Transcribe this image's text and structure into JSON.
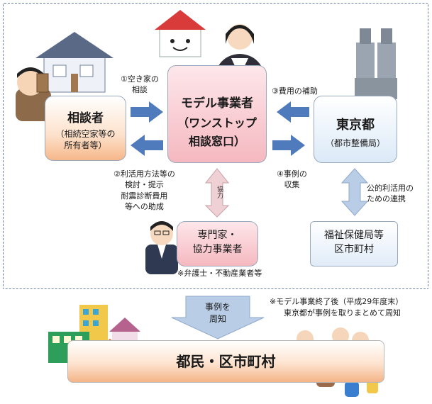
{
  "nodes": {
    "consultant": {
      "title": "相談者",
      "sub1": "（相続空家等の",
      "sub2": "所有者等）"
    },
    "model_operator": {
      "title": "モデル事業者",
      "line2": "（ワンストップ",
      "line3": "相談窓口）"
    },
    "tokyo": {
      "title": "東京都",
      "sub": "（都市整備局）"
    },
    "expert": {
      "line1": "専門家・",
      "line2": "協力事業者"
    },
    "welfare": {
      "line1": "福祉保健局等",
      "line2": "区市町村"
    },
    "citizens": {
      "label": "都民・区市町村"
    }
  },
  "edges": {
    "e1": {
      "line1": "①空き家の",
      "line2": "相談"
    },
    "e2": {
      "line1": "②利活用方法等の",
      "line2": "検討・提示",
      "line3": "耐震診断費用",
      "line4": "等への助成"
    },
    "e3": {
      "label": "③費用の補助"
    },
    "e4": {
      "line1": "④事例の",
      "line2": "収集"
    },
    "cooperate": {
      "label": "協力"
    },
    "public_use": {
      "line1": "公的利活用の",
      "line2": "ための連携"
    },
    "publish": {
      "line1": "事例を",
      "line2": "周知"
    }
  },
  "notes": {
    "lawyer": "※弁護士・不動産業者等",
    "model_end_1": "※モデル事業終了後（平成29年度末）",
    "model_end_2": "東京都が事例を取りまとめて周知"
  },
  "colors": {
    "arrow_blue": "#4f7bbd",
    "arrow_light": "#b9cde6",
    "pink": "#f5b8c0",
    "orange": "#f6b78a"
  }
}
